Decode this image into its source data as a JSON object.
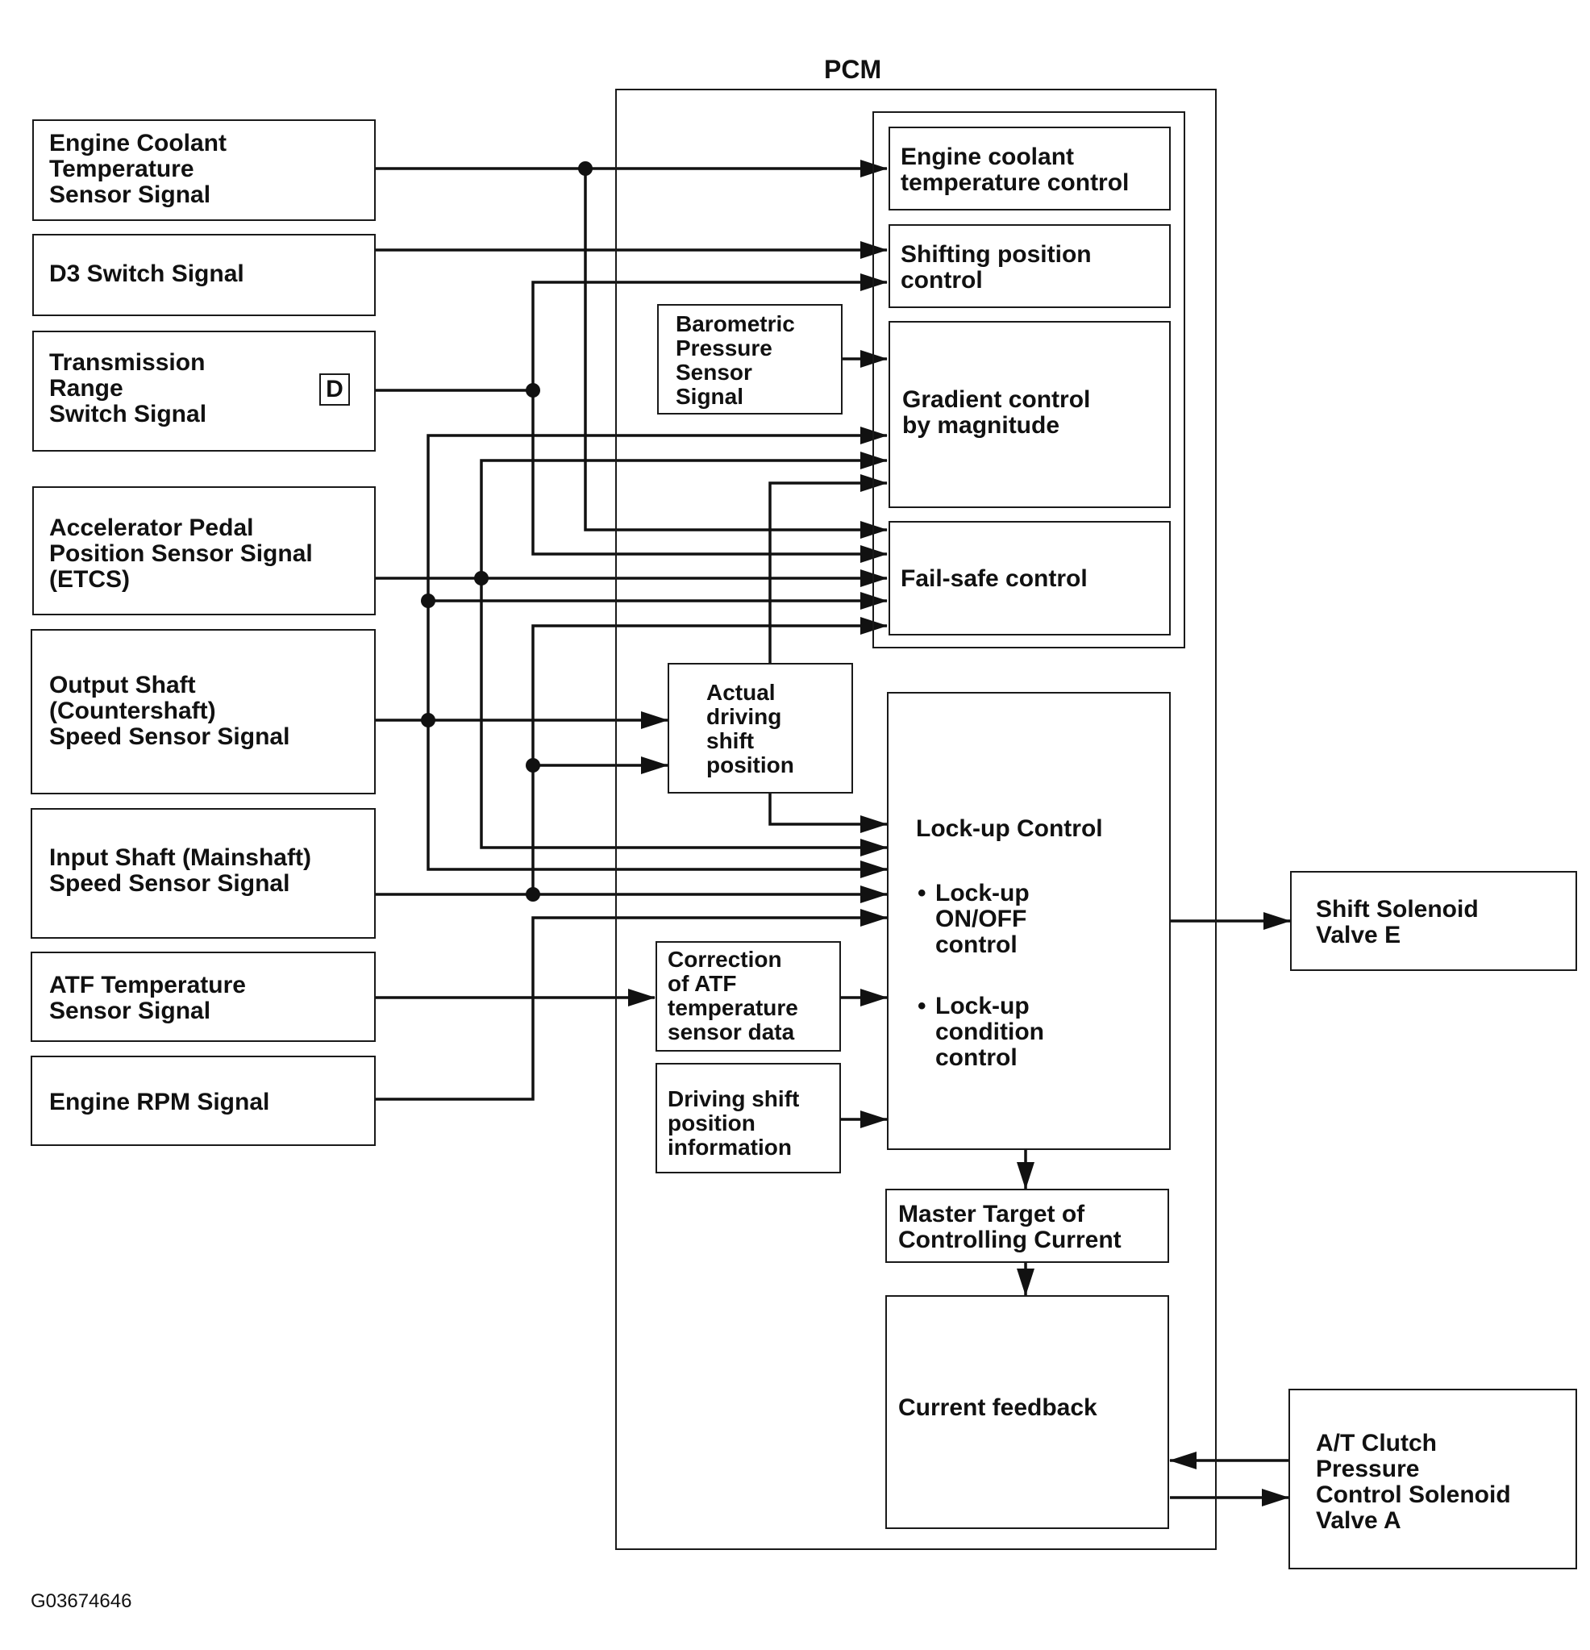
{
  "pcm": {
    "title": "PCM"
  },
  "inputs": {
    "ect": "Engine Coolant\nTemperature\nSensor Signal",
    "d3": "D3 Switch Signal",
    "tr": "Transmission\nRange\nSwitch Signal",
    "tr_badge": "D",
    "app": "Accelerator Pedal\nPosition Sensor Signal\n(ETCS)",
    "oss": "Output Shaft\n(Countershaft)\nSpeed Sensor Signal",
    "iss": "Input Shaft (Mainshaft)\nSpeed Sensor Signal",
    "atf": "ATF Temperature\nSensor Signal",
    "rpm": "Engine RPM Signal"
  },
  "controls": {
    "ect_ctrl": "Engine coolant\ntemperature control",
    "shift_pos": "Shifting position\ncontrol",
    "gradient": "Gradient control\nby magnitude",
    "failsafe": "Fail-safe control",
    "lockup_title": "Lock-up Control",
    "lockup_items": [
      "Lock-up\nON/OFF\ncontrol",
      "Lock-up\ncondition\ncontrol"
    ]
  },
  "internal": {
    "baro": "Barometric\nPressure\nSensor\nSignal",
    "actual": "Actual\ndriving\nshift\nposition",
    "atf_corr": "Correction\nof ATF\ntemperature\nsensor data",
    "drive_info": "Driving shift\nposition\ninformation",
    "master": "Master Target of\nControlling Current",
    "feedback": "Current feedback"
  },
  "outputs": {
    "ssv_e": "Shift Solenoid\nValve E",
    "atc_a": "A/T Clutch\nPressure\nControl Solenoid\nValve A"
  },
  "figure_code": "G03674646"
}
